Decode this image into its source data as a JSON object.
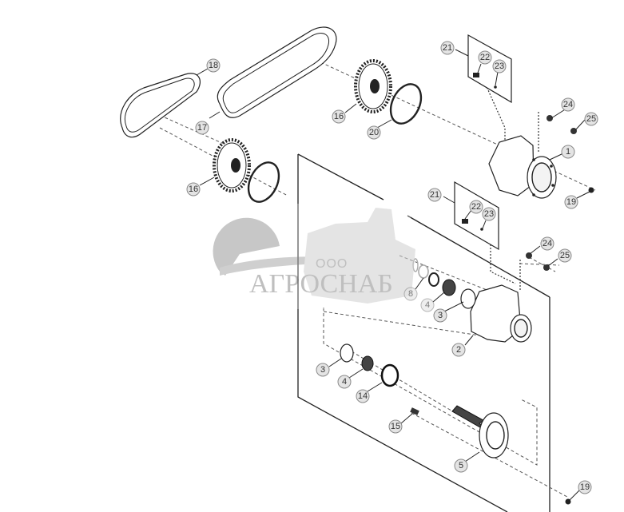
{
  "diagram": {
    "type": "exploded-parts-view",
    "watermark": {
      "prefix": "ООО",
      "company": "АГРОСНАБ"
    },
    "callouts": [
      {
        "id": "c18",
        "label": "18",
        "part": "belt-small"
      },
      {
        "id": "c17",
        "label": "17",
        "part": "belt-large"
      },
      {
        "id": "c16a",
        "label": "16",
        "part": "sprocket-upper"
      },
      {
        "id": "c20",
        "label": "20",
        "part": "o-ring-upper"
      },
      {
        "id": "c21a",
        "label": "21",
        "part": "bracket-plate-upper"
      },
      {
        "id": "c22a",
        "label": "22",
        "part": "bolt-upper"
      },
      {
        "id": "c23a",
        "label": "23",
        "part": "pin-upper"
      },
      {
        "id": "c24a",
        "label": "24",
        "part": "washer-upper"
      },
      {
        "id": "c25a",
        "label": "25",
        "part": "nut-upper"
      },
      {
        "id": "c1",
        "label": "1",
        "part": "hub-housing-upper"
      },
      {
        "id": "c19a",
        "label": "19",
        "part": "nut-hub-upper"
      },
      {
        "id": "c16b",
        "label": "16",
        "part": "sprocket-lower"
      },
      {
        "id": "c21b",
        "label": "21",
        "part": "bracket-plate-lower"
      },
      {
        "id": "c22b",
        "label": "22",
        "part": "bolt-lower"
      },
      {
        "id": "c23b",
        "label": "23",
        "part": "pin-lower"
      },
      {
        "id": "c24b",
        "label": "24",
        "part": "washer-lower"
      },
      {
        "id": "c25b",
        "label": "25",
        "part": "nut-lower"
      },
      {
        "id": "c8",
        "label": "8",
        "part": "snap-ring"
      },
      {
        "id": "c4a",
        "label": "4",
        "part": "bearing-cone-upper"
      },
      {
        "id": "c3a",
        "label": "3",
        "part": "bearing-cup-upper"
      },
      {
        "id": "c2",
        "label": "2",
        "part": "hub-housing-lower"
      },
      {
        "id": "c3b",
        "label": "3",
        "part": "bearing-cup-lower"
      },
      {
        "id": "c4b",
        "label": "4",
        "part": "bearing-cone-lower"
      },
      {
        "id": "c14",
        "label": "14",
        "part": "seal"
      },
      {
        "id": "c15",
        "label": "15",
        "part": "wheel-stud"
      },
      {
        "id": "c5",
        "label": "5",
        "part": "axle-shaft"
      },
      {
        "id": "c19b",
        "label": "19",
        "part": "nut-shaft"
      }
    ]
  }
}
